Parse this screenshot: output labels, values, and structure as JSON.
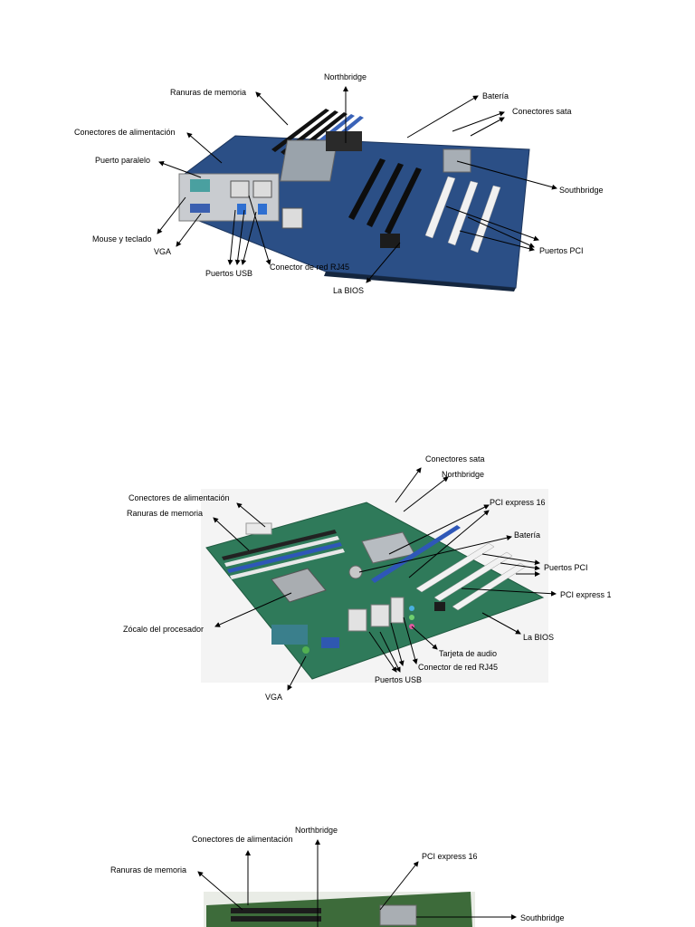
{
  "diagrams": [
    {
      "labels": {
        "northbridge": "Northbridge",
        "memory": "Ranuras de memoria",
        "battery": "Batería",
        "sata": "Conectores sata",
        "power": "Conectores de alimentación",
        "parallel": "Puerto paralelo",
        "southbridge": "Southbridge",
        "mouse_keyboard": "Mouse y teclado",
        "vga": "VGA",
        "pci": "Puertos PCI",
        "usb": "Puertos USB",
        "rj45": "Conector de red RJ45",
        "bios": "La BIOS"
      },
      "board_color": "#2b4f86"
    },
    {
      "labels": {
        "sata": "Conectores sata",
        "northbridge": "Northbridge",
        "power": "Conectores de alimentación",
        "pcie16": "PCI express 16",
        "memory": "Ranuras de memoria",
        "battery": "Batería",
        "pci": "Puertos PCI",
        "pcie1": "PCI express 1",
        "socket": "Zócalo del procesador",
        "bios": "La BIOS",
        "audio": "Tarjeta de audio",
        "rj45": "Conector de red RJ45",
        "usb": "Puertos USB",
        "vga": "VGA"
      },
      "board_color": "#2f7a5a"
    },
    {
      "labels": {
        "northbridge": "Northbridge",
        "power": "Conectores de alimentación",
        "pcie16": "PCI express 16",
        "memory": "Ranuras de memoria",
        "southbridge": "Southbridge"
      },
      "board_color": "#3d6b3a"
    }
  ]
}
